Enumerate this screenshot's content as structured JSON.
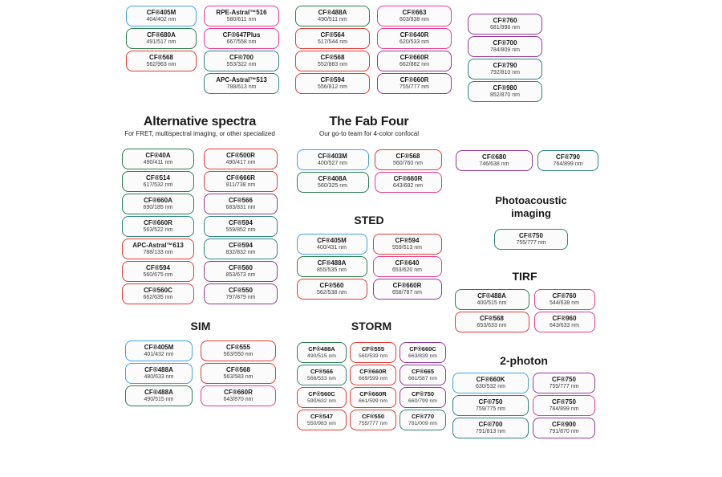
{
  "colors": {
    "blue": "#3FA5DC",
    "green": "#2B7D4F",
    "teal": "#2E837D",
    "red": "#E23A33",
    "pink": "#E9398F",
    "purple": "#93379B"
  },
  "sections": {
    "top1": {
      "columns": [
        [
          {
            "name": "CF®405M",
            "range": "404/402 nm",
            "color": "blue"
          },
          {
            "name": "CF®680A",
            "range": "491/517 nm",
            "color": "green"
          },
          {
            "name": "CF®568",
            "range": "562/963 nm",
            "color": "red"
          }
        ]
      ]
    },
    "top2": {
      "columns": [
        [
          {
            "name": "RPE-Astral™516",
            "range": "580/611 nm",
            "color": "pink"
          },
          {
            "name": "CF®647Plus",
            "range": "667/558 nm",
            "color": "pink"
          },
          {
            "name": "CF®700",
            "range": "553/322 nm",
            "color": "teal"
          },
          {
            "name": "APC-Astral™513",
            "range": "788/613 nm",
            "color": "teal"
          }
        ]
      ]
    },
    "top3": {
      "columns": [
        [
          {
            "name": "CF®488A",
            "range": "490/511 nm",
            "color": "green"
          },
          {
            "name": "CF®564",
            "range": "517/544 nm",
            "color": "red"
          },
          {
            "name": "CF®568",
            "range": "552/883 nm",
            "color": "red"
          },
          {
            "name": "CF®594",
            "range": "556/812 nm",
            "color": "red"
          }
        ]
      ]
    },
    "top4": {
      "columns": [
        [
          {
            "name": "CF®663",
            "range": "603/938 nm",
            "color": "pink"
          },
          {
            "name": "CF®640R",
            "range": "620/533 nm",
            "color": "pink"
          },
          {
            "name": "CF®660R",
            "range": "662/882 nm",
            "color": "purple"
          },
          {
            "name": "CF®660R",
            "range": "755/777 nm",
            "color": "purple"
          }
        ]
      ]
    },
    "top5": {
      "columns": [
        [
          {
            "name": "CF®760",
            "range": "681/998 nm",
            "color": "purple"
          },
          {
            "name": "CF®700",
            "range": "784/809 nm",
            "color": "purple"
          },
          {
            "name": "CF®790",
            "range": "792/810 nm",
            "color": "teal"
          },
          {
            "name": "CF®980",
            "range": "852/870 nm",
            "color": "teal"
          }
        ]
      ]
    },
    "alt": {
      "title": "Alternative spectra",
      "subtitle": "For FRET, multispectral imaging, or other specialized",
      "columns": [
        [
          {
            "name": "CF®40A",
            "range": "490/411 nm",
            "color": "green"
          },
          {
            "name": "CF®514",
            "range": "617/532 nm",
            "color": "green"
          },
          {
            "name": "CF®660A",
            "range": "690/185 nm",
            "color": "green"
          },
          {
            "name": "CF®660R",
            "range": "563/522 nm",
            "color": "teal"
          },
          {
            "name": "APC-Astral™613",
            "range": "788/133 nm",
            "color": "red"
          },
          {
            "name": "CF®594",
            "range": "560/675 nm",
            "color": "red"
          },
          {
            "name": "CF®560C",
            "range": "662/635 nm",
            "color": "red"
          }
        ],
        [
          {
            "name": "CF®500R",
            "range": "490/417 nm",
            "color": "red"
          },
          {
            "name": "CF®666R",
            "range": "811/738 nm",
            "color": "red"
          },
          {
            "name": "CF®566",
            "range": "683/831 nm",
            "color": "purple"
          },
          {
            "name": "CF®594",
            "range": "559/852 nm",
            "color": "teal"
          },
          {
            "name": "CF®594",
            "range": "832/832 nm",
            "color": "teal"
          },
          {
            "name": "CF®560",
            "range": "853/673 nm",
            "color": "purple"
          },
          {
            "name": "CF®550",
            "range": "797/879 nm",
            "color": "purple"
          }
        ]
      ]
    },
    "fab": {
      "title": "The Fab Four",
      "subtitle": "Our go-to team for 4-color confocal",
      "columns": [
        [
          {
            "name": "CF®403M",
            "range": "400/527 nm",
            "color": "blue"
          },
          {
            "name": "CF®408A",
            "range": "560/325 nm",
            "color": "green"
          }
        ],
        [
          {
            "name": "CF®568",
            "range": "560/760 nm",
            "color": "red"
          },
          {
            "name": "CF®660R",
            "range": "643/682 nm",
            "color": "pink"
          }
        ]
      ]
    },
    "sted": {
      "title": "STED",
      "columns": [
        [
          {
            "name": "CF®405M",
            "range": "400/431 nm",
            "color": "blue"
          },
          {
            "name": "CF®488A",
            "range": "855/535 nm",
            "color": "green"
          },
          {
            "name": "CF®560",
            "range": "562/538 nm",
            "color": "red"
          }
        ],
        [
          {
            "name": "CF®594",
            "range": "559/513 nm",
            "color": "red"
          },
          {
            "name": "CF®640",
            "range": "653/620 nm",
            "color": "pink"
          },
          {
            "name": "CF®660R",
            "range": "658/787 nm",
            "color": "purple"
          }
        ]
      ]
    },
    "sim": {
      "title": "SIM",
      "columns": [
        [
          {
            "name": "CF®405M",
            "range": "401/432 nm",
            "color": "blue"
          },
          {
            "name": "CF®488A",
            "range": "480/633 nm",
            "color": "blue"
          },
          {
            "name": "CF®488A",
            "range": "490/515 nm",
            "color": "green"
          }
        ],
        [
          {
            "name": "CF®555",
            "range": "563/550 nm",
            "color": "red"
          },
          {
            "name": "CF®568",
            "range": "563/583 nm",
            "color": "red"
          },
          {
            "name": "CF®660R",
            "range": "643/870 nm",
            "color": "pink"
          }
        ]
      ]
    },
    "storm": {
      "title": "STORM",
      "columns": [
        [
          {
            "name": "CF®488A",
            "range": "490/515 nm",
            "color": "green"
          },
          {
            "name": "CF®566",
            "range": "566/533 nm",
            "color": "teal"
          },
          {
            "name": "CF®560C",
            "range": "590/632 nm",
            "color": "red"
          },
          {
            "name": "CF®547",
            "range": "550/983 nm",
            "color": "red"
          }
        ],
        [
          {
            "name": "CF®555",
            "range": "560/539 nm",
            "color": "red"
          },
          {
            "name": "CF®660R",
            "range": "669/599 nm",
            "color": "red"
          },
          {
            "name": "CF®660R",
            "range": "661/599 nm",
            "color": "red"
          },
          {
            "name": "CF®550",
            "range": "755/777 nm",
            "color": "red"
          }
        ],
        [
          {
            "name": "CF®660C",
            "range": "663/839 nm",
            "color": "purple"
          },
          {
            "name": "CF®665",
            "range": "661/587 nm",
            "color": "purple"
          },
          {
            "name": "CF®750",
            "range": "660/799 nm",
            "color": "purple"
          },
          {
            "name": "CF®770",
            "range": "781/009 nm",
            "color": "teal"
          }
        ]
      ]
    },
    "pair": {
      "columns": [
        [
          {
            "name": "CF®680",
            "range": "746/638 nm",
            "color": "purple"
          }
        ],
        [
          {
            "name": "CF®790",
            "range": "764/899 nm",
            "color": "teal"
          }
        ]
      ]
    },
    "photo": {
      "title": "Photoacoustic imaging",
      "columns": [
        [
          {
            "name": "CF®750",
            "range": "755/777 nm",
            "color": "teal"
          }
        ]
      ]
    },
    "tirf": {
      "title": "TIRF",
      "columns": [
        [
          {
            "name": "CF®488A",
            "range": "400/515 nm",
            "color": "green"
          },
          {
            "name": "CF®568",
            "range": "653/633 nm",
            "color": "red"
          }
        ],
        [
          {
            "name": "CF®760",
            "range": "544/638 nm",
            "color": "pink"
          },
          {
            "name": "CF®960",
            "range": "643/633 nm",
            "color": "pink"
          }
        ]
      ]
    },
    "twophoton": {
      "title": "2-photon",
      "columns": [
        [
          {
            "name": "CF®660K",
            "range": "630/532 nm",
            "color": "blue"
          },
          {
            "name": "CF®750",
            "range": "759/775 nm",
            "color": "teal"
          },
          {
            "name": "CF®700",
            "range": "791/813 nm",
            "color": "teal"
          }
        ],
        [
          {
            "name": "CF®750",
            "range": "755/777 nm",
            "color": "purple"
          },
          {
            "name": "CF®750",
            "range": "784/899 nm",
            "color": "pink"
          },
          {
            "name": "CF®900",
            "range": "791/870 nm",
            "color": "purple"
          }
        ]
      ]
    }
  }
}
